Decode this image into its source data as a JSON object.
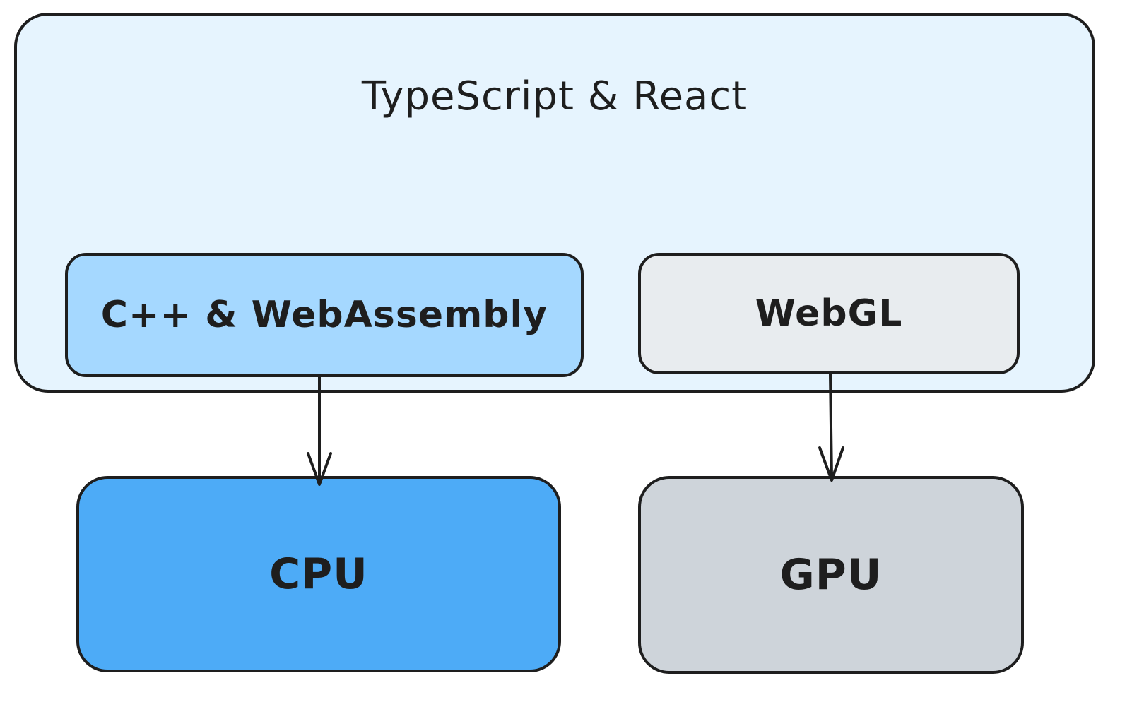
{
  "diagram": {
    "nodes": {
      "outer": {
        "label": "TypeScript & React",
        "fill": "#e6f4fe"
      },
      "wasm": {
        "label": "C++ & WebAssembly",
        "fill": "#a5d8ff"
      },
      "webgl": {
        "label": "WebGL",
        "fill": "#e8ecef"
      },
      "cpu": {
        "label": "CPU",
        "fill": "#4dabf7"
      },
      "gpu": {
        "label": "GPU",
        "fill": "#ced4da"
      }
    },
    "edges": [
      {
        "from": "C++ & WebAssembly",
        "to": "CPU"
      },
      {
        "from": "WebGL",
        "to": "GPU"
      }
    ],
    "stroke_color": "#1e1e1e"
  }
}
